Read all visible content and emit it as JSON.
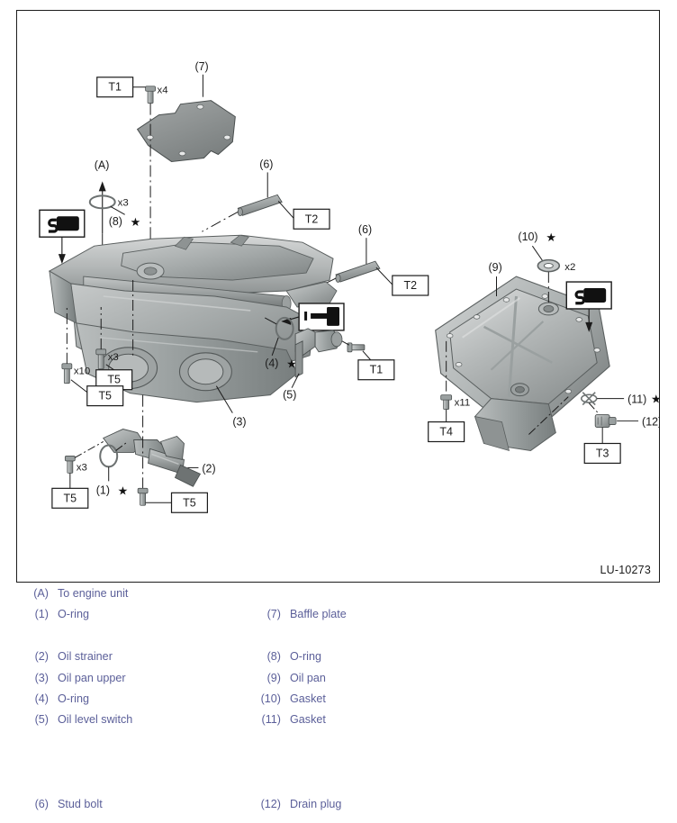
{
  "figure": {
    "code": "LU-10273",
    "torque_boxes": [
      {
        "id": "t1_top",
        "label": "T1"
      },
      {
        "id": "t2_upper",
        "label": "T2"
      },
      {
        "id": "t2_lower",
        "label": "T2"
      },
      {
        "id": "t5_x3",
        "label": "T5"
      },
      {
        "id": "t5_x10",
        "label": "T5"
      },
      {
        "id": "t1_switch",
        "label": "T1"
      },
      {
        "id": "t5_strainer_left",
        "label": "T5"
      },
      {
        "id": "t5_strainer_bottom",
        "label": "T5"
      },
      {
        "id": "t4_pan",
        "label": "T4"
      },
      {
        "id": "t3_plug",
        "label": "T3"
      }
    ],
    "quantities": [
      {
        "id": "baffle_bolts",
        "text": "x4"
      },
      {
        "id": "oring_8",
        "text": "x3"
      },
      {
        "id": "bolts_x3",
        "text": "x3"
      },
      {
        "id": "bolts_x10",
        "text": "x10"
      },
      {
        "id": "strainer_bolt",
        "text": "x3"
      },
      {
        "id": "gasket_10",
        "text": "x2"
      },
      {
        "id": "pan_bolts",
        "text": "x11"
      }
    ],
    "callouts": [
      {
        "id": "c_A",
        "text": "(A)",
        "star": false
      },
      {
        "id": "c_7",
        "text": "(7)",
        "star": false
      },
      {
        "id": "c_8",
        "text": "(8)",
        "star": true
      },
      {
        "id": "c_6a",
        "text": "(6)",
        "star": false
      },
      {
        "id": "c_6b",
        "text": "(6)",
        "star": false
      },
      {
        "id": "c_3",
        "text": "(3)",
        "star": false
      },
      {
        "id": "c_4",
        "text": "(4)",
        "star": true
      },
      {
        "id": "c_5",
        "text": "(5)",
        "star": false
      },
      {
        "id": "c_1",
        "text": "(1)",
        "star": true
      },
      {
        "id": "c_2",
        "text": "(2)",
        "star": false
      },
      {
        "id": "c_9",
        "text": "(9)",
        "star": false
      },
      {
        "id": "c_10",
        "text": "(10)",
        "star": true
      },
      {
        "id": "c_11",
        "text": "(11)",
        "star": true
      },
      {
        "id": "c_12",
        "text": "(12)",
        "star": false
      }
    ],
    "icons": [
      {
        "id": "sealant_left",
        "name": "sealant-tube-icon"
      },
      {
        "id": "sealant_right",
        "name": "sealant-tube-icon"
      },
      {
        "id": "grease_center",
        "name": "grease-applicator-icon"
      }
    ],
    "star_glyph": "★"
  },
  "legend": {
    "left": [
      {
        "num": "(A)",
        "label": "To engine unit",
        "row": 0
      },
      {
        "num": "(1)",
        "label": "O-ring",
        "row": 1
      },
      {
        "num": "(2)",
        "label": "Oil strainer",
        "row": 3
      },
      {
        "num": "(3)",
        "label": "Oil pan upper",
        "row": 4
      },
      {
        "num": "(4)",
        "label": "O-ring",
        "row": 5
      },
      {
        "num": "(5)",
        "label": "Oil level switch",
        "row": 6
      },
      {
        "num": "(6)",
        "label": "Stud bolt",
        "row": 10
      }
    ],
    "right": [
      {
        "num": "(7)",
        "label": "Baffle plate",
        "row": 1
      },
      {
        "num": "(8)",
        "label": "O-ring",
        "row": 3
      },
      {
        "num": "(9)",
        "label": "Oil pan",
        "row": 4
      },
      {
        "num": "(10)",
        "label": "Gasket",
        "row": 5
      },
      {
        "num": "(11)",
        "label": "Gasket",
        "row": 6
      },
      {
        "num": "(12)",
        "label": "Drain plug",
        "row": 10
      }
    ],
    "row_height": 23.4,
    "text_color": "#5b5f99"
  },
  "colors": {
    "legend_text": "#5b5f99",
    "frame_border": "#1d1d1d",
    "metal_light": "#c9cbcb",
    "metal_mid": "#a8acac",
    "metal_dark": "#8a8f8f",
    "metal_darker": "#6f7474",
    "line": "#1b1b1b",
    "background": "#ffffff"
  }
}
